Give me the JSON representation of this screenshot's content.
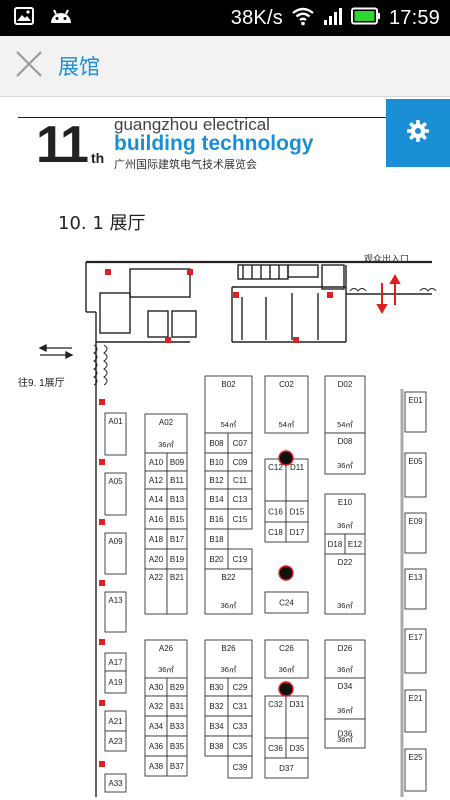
{
  "status_bar": {
    "speed": "38K/s",
    "time": "17:59",
    "icons": [
      "image-icon",
      "android-icon",
      "wifi-icon",
      "signal-icon",
      "battery-icon"
    ]
  },
  "app_bar": {
    "title": "展馆",
    "close_icon": "close-icon"
  },
  "settings_icon": "gear-icon",
  "logo": {
    "number": "11",
    "suffix": "th",
    "line1": "guangzhou electrical",
    "line2": "building technology",
    "line3": "广州国际建筑电气技术展览会"
  },
  "hall_title": "10. 1  展厅",
  "floor_map": {
    "entrance_label": "观众出入口",
    "to_hall_label": "往9. 1展厅",
    "area_unit": "36㎡",
    "colors": {
      "accent": "#1b8fd6",
      "booth_line": "#333333",
      "marker": "#e02020"
    },
    "booths": [
      {
        "id": "B02",
        "area": "54㎡"
      },
      {
        "id": "C02",
        "area": "54㎡"
      },
      {
        "id": "D02",
        "area": "54㎡"
      },
      {
        "id": "E01",
        "area": ""
      },
      {
        "id": "A01",
        "area": ""
      },
      {
        "id": "A02",
        "area": "36㎡"
      },
      {
        "id": "B08",
        "area": ""
      },
      {
        "id": "C07",
        "area": ""
      },
      {
        "id": "D08",
        "area": "36㎡"
      },
      {
        "id": "A10",
        "area": ""
      },
      {
        "id": "B09",
        "area": ""
      },
      {
        "id": "B10",
        "area": ""
      },
      {
        "id": "C09",
        "area": ""
      },
      {
        "id": "C12",
        "area": ""
      },
      {
        "id": "D11",
        "area": ""
      },
      {
        "id": "A05",
        "area": ""
      },
      {
        "id": "E05",
        "area": ""
      },
      {
        "id": "A12",
        "area": ""
      },
      {
        "id": "B11",
        "area": ""
      },
      {
        "id": "B12",
        "area": ""
      },
      {
        "id": "C11",
        "area": ""
      },
      {
        "id": "A14",
        "area": ""
      },
      {
        "id": "B13",
        "area": ""
      },
      {
        "id": "B14",
        "area": ""
      },
      {
        "id": "C13",
        "area": ""
      },
      {
        "id": "E10",
        "area": "36㎡"
      },
      {
        "id": "C16",
        "area": ""
      },
      {
        "id": "D15",
        "area": ""
      },
      {
        "id": "A16",
        "area": ""
      },
      {
        "id": "B15",
        "area": ""
      },
      {
        "id": "B16",
        "area": ""
      },
      {
        "id": "C15",
        "area": ""
      },
      {
        "id": "E09",
        "area": ""
      },
      {
        "id": "C18",
        "area": ""
      },
      {
        "id": "D17",
        "area": ""
      },
      {
        "id": "A09",
        "area": ""
      },
      {
        "id": "A18",
        "area": ""
      },
      {
        "id": "B17",
        "area": ""
      },
      {
        "id": "B18",
        "area": ""
      },
      {
        "id": "D18",
        "area": ""
      },
      {
        "id": "E12",
        "area": ""
      },
      {
        "id": "A20",
        "area": ""
      },
      {
        "id": "B19",
        "area": ""
      },
      {
        "id": "B20",
        "area": ""
      },
      {
        "id": "C19",
        "area": ""
      },
      {
        "id": "A22",
        "area": ""
      },
      {
        "id": "B21",
        "area": ""
      },
      {
        "id": "B22",
        "area": "36㎡"
      },
      {
        "id": "D22",
        "area": "36㎡"
      },
      {
        "id": "E13",
        "area": ""
      },
      {
        "id": "A13",
        "area": ""
      },
      {
        "id": "C24",
        "area": ""
      },
      {
        "id": "E17",
        "area": ""
      },
      {
        "id": "A26",
        "area": "36㎡"
      },
      {
        "id": "B26",
        "area": "36㎡"
      },
      {
        "id": "C26",
        "area": "36㎡"
      },
      {
        "id": "D26",
        "area": "36㎡"
      },
      {
        "id": "A17",
        "area": ""
      },
      {
        "id": "A19",
        "area": ""
      },
      {
        "id": "A30",
        "area": ""
      },
      {
        "id": "B29",
        "area": ""
      },
      {
        "id": "B30",
        "area": ""
      },
      {
        "id": "C29",
        "area": ""
      },
      {
        "id": "D34",
        "area": "36㎡"
      },
      {
        "id": "A32",
        "area": ""
      },
      {
        "id": "B31",
        "area": ""
      },
      {
        "id": "B32",
        "area": ""
      },
      {
        "id": "C31",
        "area": ""
      },
      {
        "id": "C32",
        "area": ""
      },
      {
        "id": "D31",
        "area": ""
      },
      {
        "id": "E21",
        "area": ""
      },
      {
        "id": "A21",
        "area": ""
      },
      {
        "id": "A23",
        "area": ""
      },
      {
        "id": "A34",
        "area": ""
      },
      {
        "id": "B33",
        "area": ""
      },
      {
        "id": "B34",
        "area": ""
      },
      {
        "id": "C33",
        "area": ""
      },
      {
        "id": "D36",
        "area": "36㎡"
      },
      {
        "id": "A36",
        "area": ""
      },
      {
        "id": "B35",
        "area": ""
      },
      {
        "id": "B38",
        "area": ""
      },
      {
        "id": "C35",
        "area": ""
      },
      {
        "id": "C36",
        "area": ""
      },
      {
        "id": "D35",
        "area": ""
      },
      {
        "id": "A38",
        "area": ""
      },
      {
        "id": "B37",
        "area": ""
      },
      {
        "id": "C39",
        "area": ""
      },
      {
        "id": "D37",
        "area": ""
      },
      {
        "id": "E25",
        "area": ""
      },
      {
        "id": "A33",
        "area": ""
      }
    ]
  }
}
